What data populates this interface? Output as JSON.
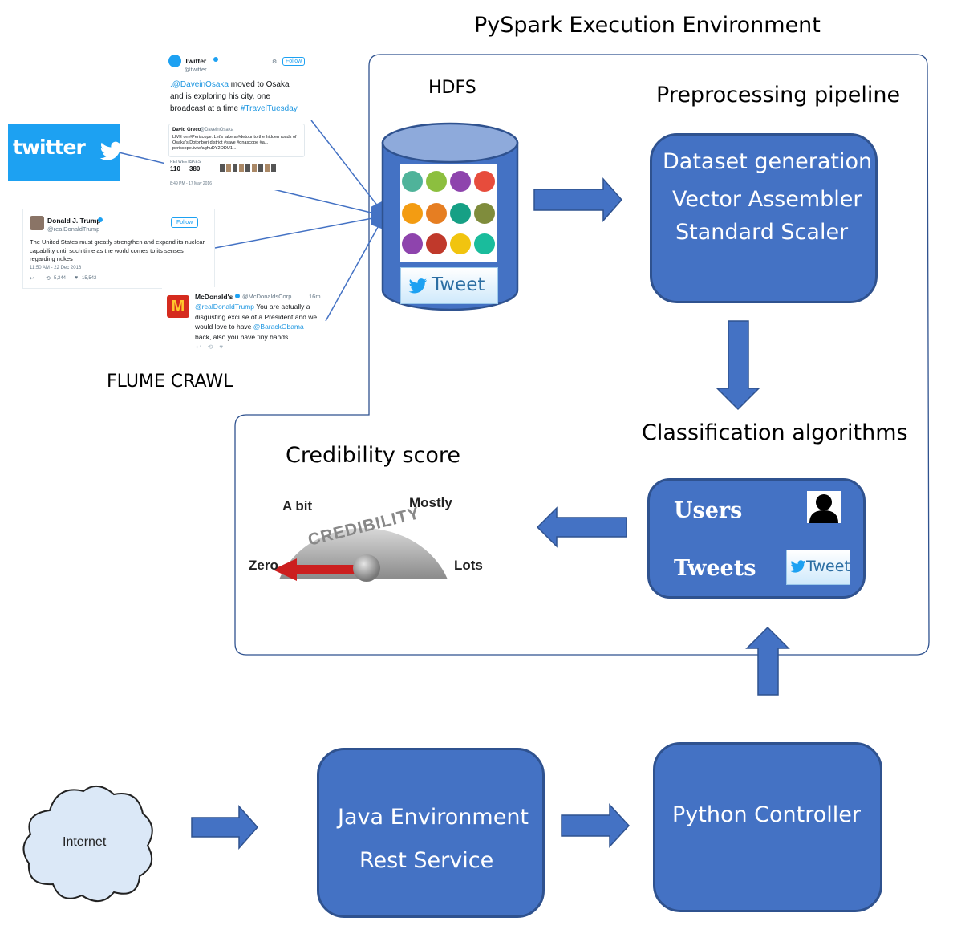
{
  "title": "PySpark Execution Environment",
  "hdfs": {
    "label": "HDFS",
    "tweet_button": "Tweet"
  },
  "flume_label": "FLUME CRAWL",
  "twitter_logo": "twitter",
  "preprocessing": {
    "label": "Preprocessing pipeline",
    "steps": [
      "Dataset generation",
      "Vector Assembler",
      "Standard Scaler"
    ]
  },
  "classification": {
    "label": "Classification algorithms",
    "users": "Users",
    "tweets": "Tweets",
    "tweet_button": "Tweet"
  },
  "credibility": {
    "label": "Credibility score",
    "gauge_word": "CREDIBILITY",
    "levels": [
      "Zero",
      "A bit",
      "Mostly",
      "Lots"
    ]
  },
  "internet": "Internet",
  "java_box": {
    "line1": "Java Environment",
    "line2": "Rest Service"
  },
  "python_box": "Python Controller",
  "tweets": {
    "t1": {
      "name": "Twitter",
      "handle": "@twitter",
      "follow": "Follow",
      "text_mention": ".@DaveinOsaka",
      "text_body": " moved to Osaka and is exploring his city, one broadcast at a time",
      "hashtag": "#TravelTuesday",
      "quote_name": "David Greco",
      "quote_handle": "@DaveinOsaka",
      "quote_text": "LIVE on #Periscope: Let's take a #detour to the hidden roads of Osaka's Dotonbori district #save #gnascope #a... periscope.tv/w/aghuDY2ODU1...",
      "retweets_label": "RETWEETS",
      "retweets": "110",
      "likes_label": "LIKES",
      "likes": "380",
      "time": "8:49 PM - 17 May 2016"
    },
    "t2": {
      "name": "Donald J. Trump",
      "handle": "@realDonaldTrump",
      "follow": "Follow",
      "text": "The United States must greatly strengthen and expand its nuclear capability until such time as the world comes to its senses regarding nukes",
      "time": "11:50 AM - 22 Dec 2016",
      "retweets": "5,244",
      "likes": "15,542"
    },
    "t3": {
      "name": "McDonald's",
      "handle": "@McDonaldsCorp",
      "age": "16m",
      "mention1": "@realDonaldTrump",
      "text1": " You are actually a disgusting excuse of a President and we would love to have ",
      "mention2": "@BarackObama",
      "text2": " back, also you have tiny hands."
    }
  },
  "colors": {
    "box_fill": "#4472c4",
    "box_border": "#2f528f",
    "arrow_fill": "#4472c4",
    "twitter_blue": "#1da1f2",
    "gauge_needle": "#cc1f1f"
  }
}
